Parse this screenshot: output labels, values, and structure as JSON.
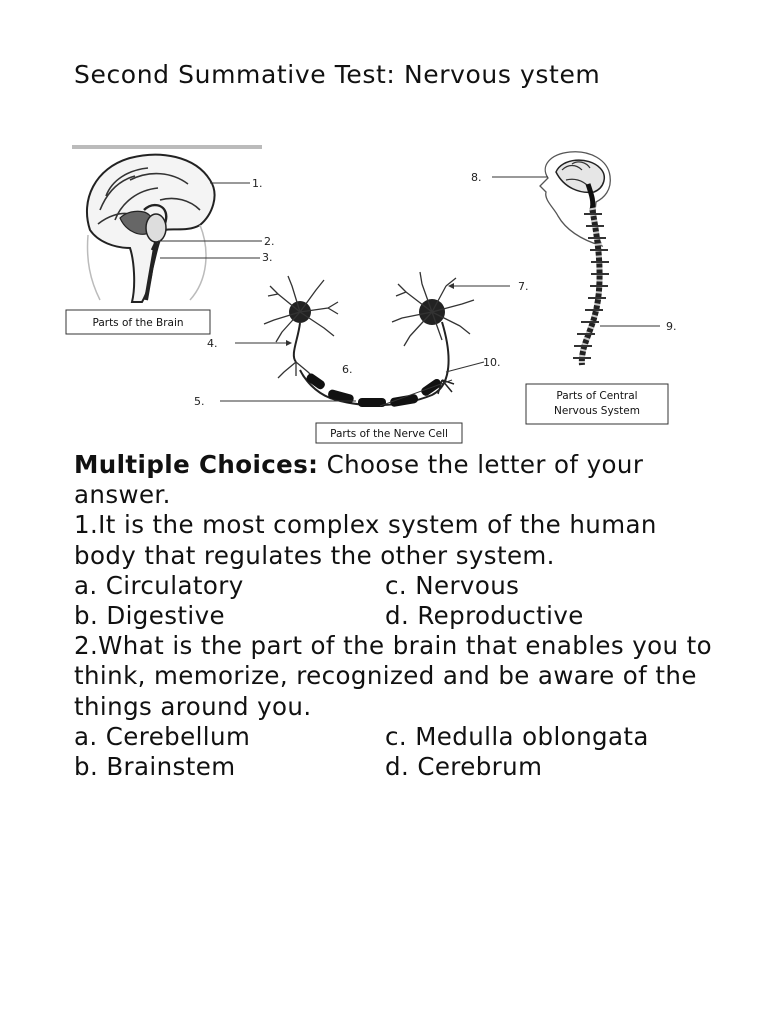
{
  "title": "Second Summative Test: Nervous ystem",
  "figure": {
    "labels": {
      "n1": "1.",
      "n2": "2.",
      "n3": "3.",
      "n4": "4.",
      "n5": "5.",
      "n6": "6.",
      "n7": "7.",
      "n8": "8.",
      "n9": "9.",
      "n10": "10."
    },
    "captions": {
      "brain": "Parts of the Brain",
      "nerve_cell": "Parts of the Nerve Cell",
      "cns_line1": "Parts of Central",
      "cns_line2": "Nervous System"
    }
  },
  "intro": {
    "label": "Multiple Choices:",
    "text": " Choose the letter of your answer."
  },
  "questions": [
    {
      "text": "1.It is the most complex system of the human body that regulates the other system.",
      "choices": [
        "a. Circulatory",
        "b. Digestive",
        "c. Nervous",
        "d. Reproductive"
      ]
    },
    {
      "text": "2.What is the part of the brain that enables you to think, memorize, recognized and be aware of the things around you.",
      "choices": [
        "a. Cerebellum",
        "b. Brainstem",
        "c. Medulla oblongata",
        "d. Cerebrum"
      ]
    }
  ]
}
